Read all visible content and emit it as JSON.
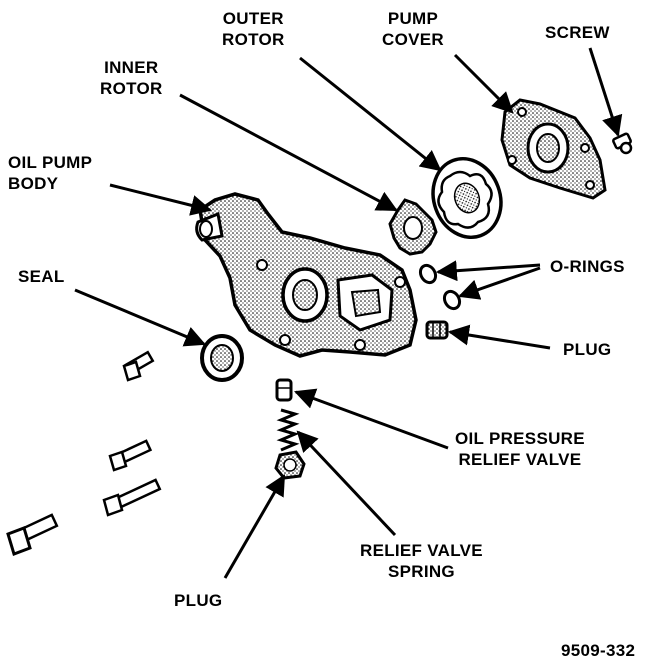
{
  "labels": {
    "outer_rotor": [
      "OUTER",
      "ROTOR"
    ],
    "pump_cover": [
      "PUMP",
      "COVER"
    ],
    "screw": "SCREW",
    "inner_rotor": [
      "INNER",
      "ROTOR"
    ],
    "oil_pump_body": [
      "OIL PUMP",
      "BODY"
    ],
    "o_rings": "O-RINGS",
    "seal": "SEAL",
    "plug_right": "PLUG",
    "oil_pressure_relief_valve": [
      "OIL PRESSURE",
      "RELIEF VALVE"
    ],
    "relief_valve_spring": [
      "RELIEF VALVE",
      "SPRING"
    ],
    "plug_bottom": "PLUG"
  },
  "figure_number": "9509-332",
  "colors": {
    "ink": "#000000",
    "paper": "#ffffff",
    "shade": "#9a9a9a"
  }
}
